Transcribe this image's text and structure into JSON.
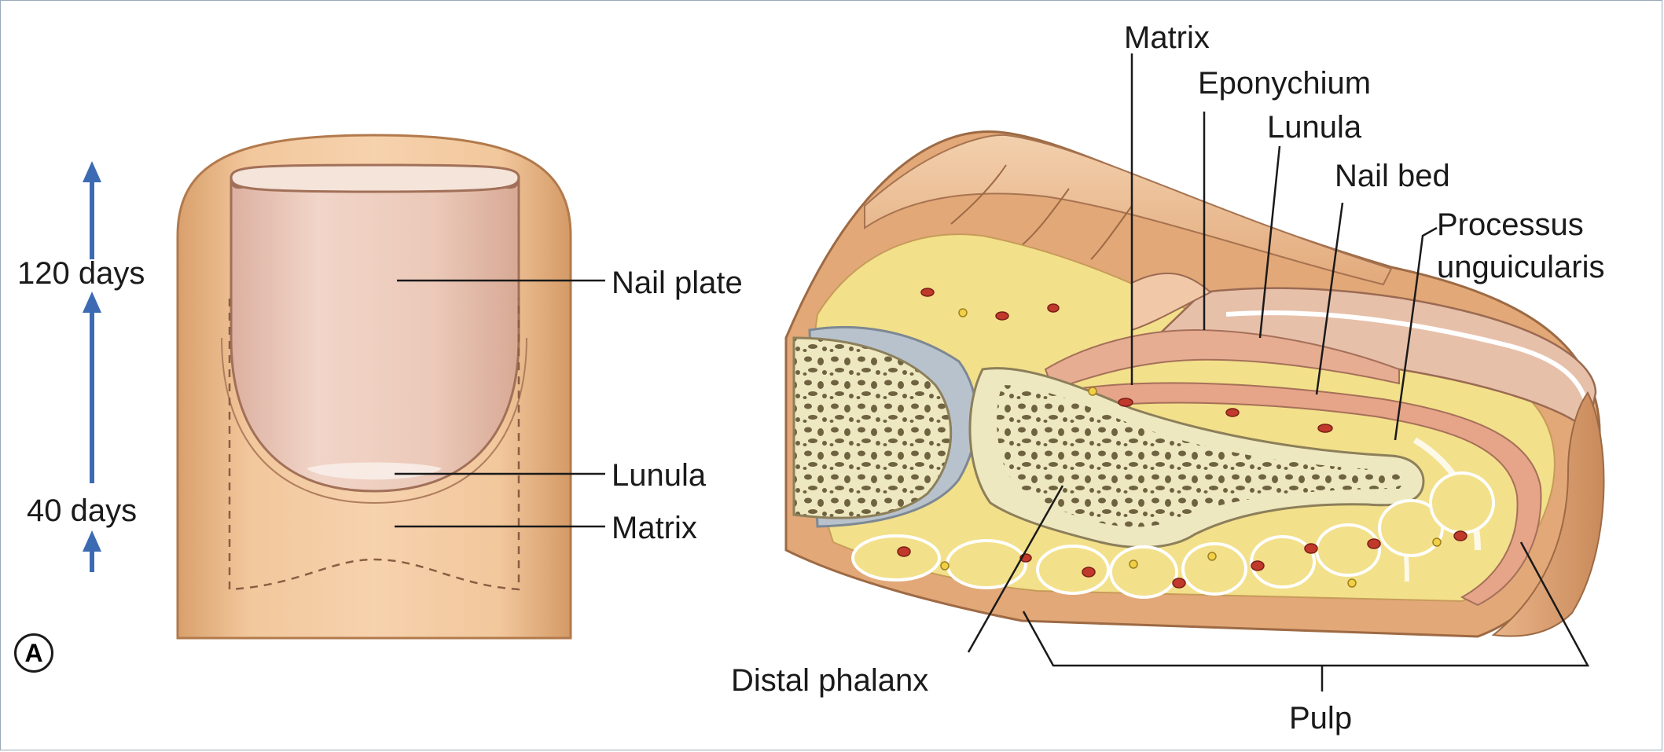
{
  "panel_label": "A",
  "growth": {
    "label_120": "120 days",
    "label_40": "40 days"
  },
  "front_view": {
    "nail_plate": "Nail plate",
    "lunula": "Lunula",
    "matrix": "Matrix"
  },
  "section_view": {
    "matrix": "Matrix",
    "eponychium": "Eponychium",
    "lunula": "Lunula",
    "nail_bed": "Nail bed",
    "processus_line1": "Processus",
    "processus_line2": "unguicularis",
    "distal_phalanx": "Distal phalanx",
    "pulp": "Pulp"
  },
  "colors": {
    "skin": "#e8b888",
    "nail": "#e9c4b0",
    "fat": "#f3e08a",
    "bone": "#eee8c0",
    "arrow": "#3d6bb3",
    "vessel": "#c0392b"
  }
}
